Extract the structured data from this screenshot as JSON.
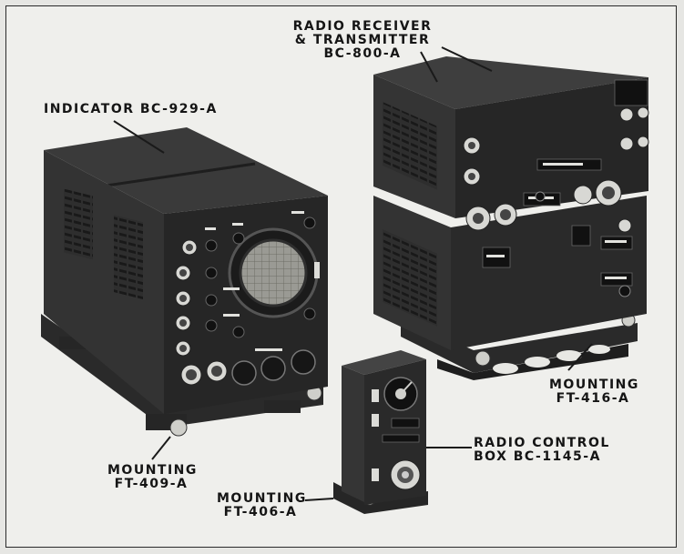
{
  "labels": {
    "indicator": "INDICATOR BC-929-A",
    "radio_rt": {
      "line1": "RADIO RECEIVER",
      "line2": "& TRANSMITTER",
      "line3": "BC-800-A"
    },
    "mount_416": {
      "line1": "MOUNTING",
      "line2": "FT-416-A"
    },
    "control_box": {
      "line1": "RADIO CONTROL",
      "line2": "BOX BC-1145-A"
    },
    "mount_409": {
      "line1": "MOUNTING",
      "line2": "FT-409-A"
    },
    "mount_406": {
      "line1": "MOUNTING",
      "line2": "FT-406-A"
    }
  },
  "colors": {
    "background": "#efefec",
    "equipment_dark": "#2b2b2b",
    "equipment_mid": "#3d3d3d",
    "equipment_light": "#5a5a5a",
    "highlight": "#d8d8d4",
    "text": "#151515"
  }
}
